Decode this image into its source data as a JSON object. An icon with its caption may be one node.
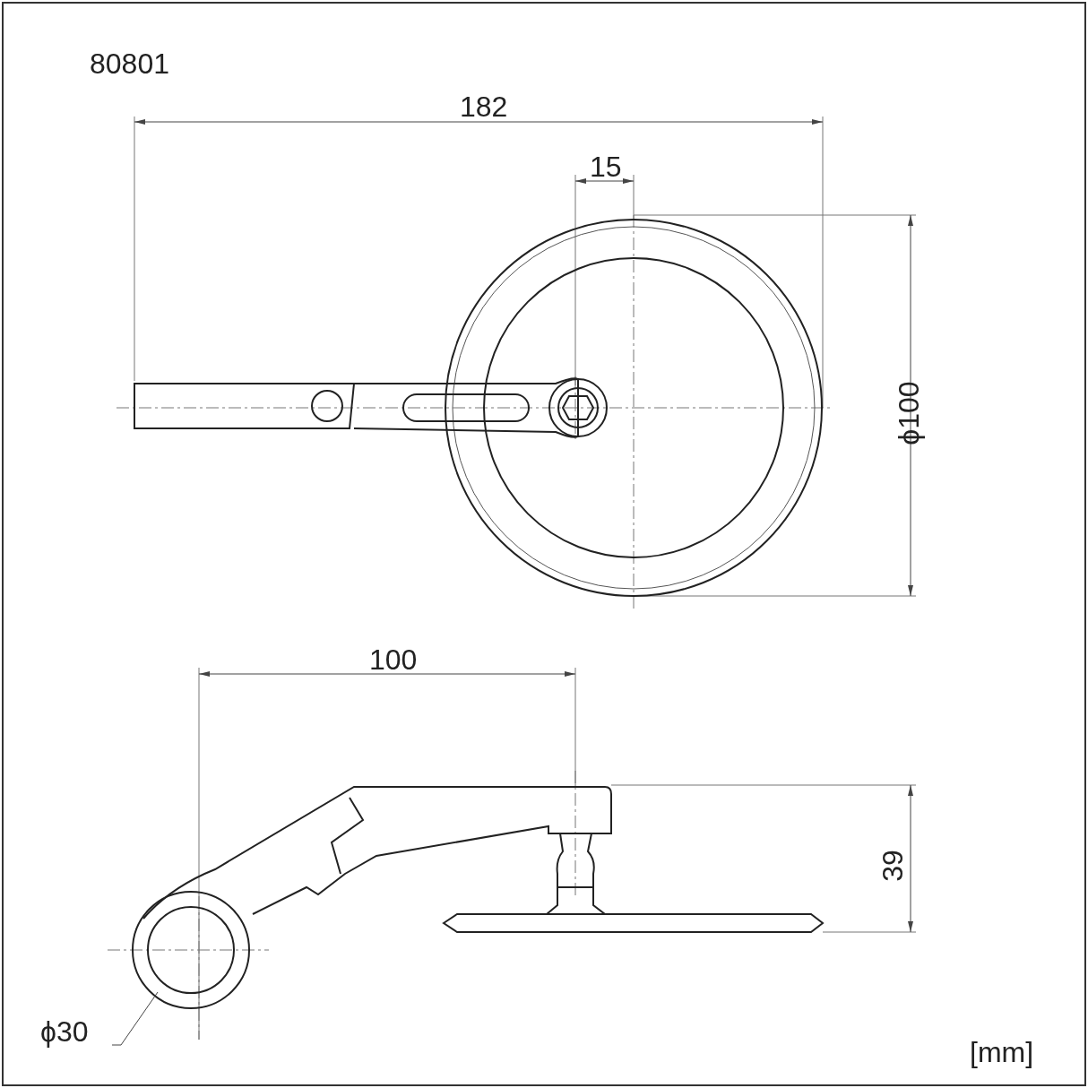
{
  "diagram": {
    "nodes": [
      {
        "text": [
          "ϕ30"
        ]
      },
      {
        "text": [],
        "shape": "circle"
      }
    ],
    "edges": [
      {
        "from": 0,
        "to": 1,
        "arrow": "none"
      }
    ],
    "labels": [
      "80801",
      "182",
      "15",
      "ϕ100",
      "100",
      "39",
      "[mm]"
    ]
  }
}
